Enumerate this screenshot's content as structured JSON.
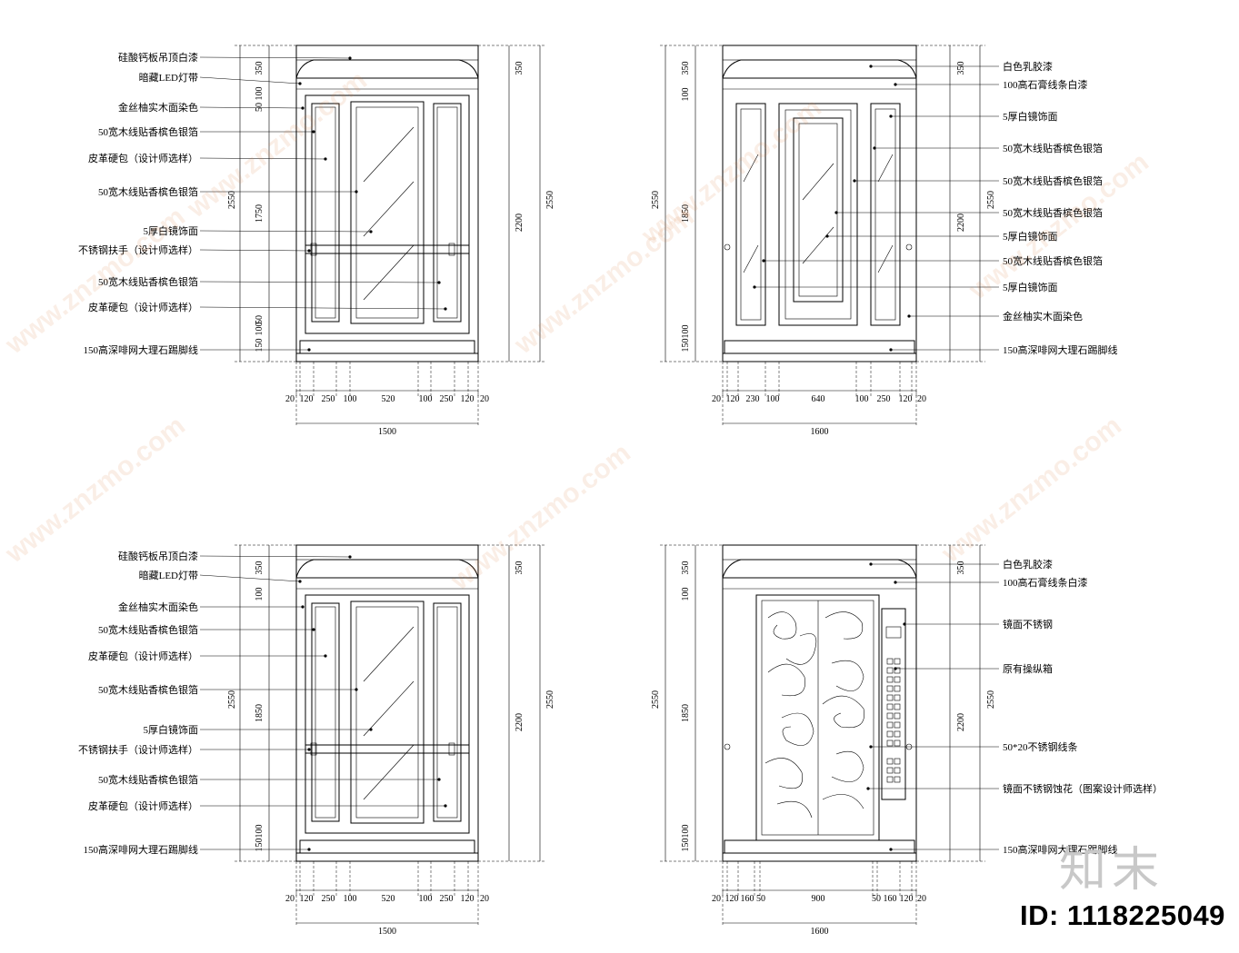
{
  "watermark": {
    "text": "www.znzmo.com",
    "logo": "知末"
  },
  "footer": {
    "id_label": "ID: 1118225049"
  },
  "panels": [
    {
      "labels_left": [
        "硅酸钙板吊顶白漆",
        "暗藏LED灯带",
        "金丝柚实木面染色",
        "50宽木线贴香槟色银箔",
        "皮革硬包（设计师选样）",
        "50宽木线贴香槟色银箔",
        "5厚白镜饰面",
        "不锈钢扶手（设计师选样）",
        "50宽木线贴香槟色银箔",
        "皮革硬包（设计师选样）",
        "150高深啡网大理石踢脚线"
      ],
      "dims_left": [
        "350",
        "100",
        "50",
        "1750",
        "50",
        "100",
        "150",
        "2550"
      ],
      "dims_right": [
        "350",
        "2200",
        "2550"
      ],
      "dims_bottom": [
        "20",
        "120",
        "250",
        "100",
        "520",
        "100",
        "250",
        "120",
        "20"
      ],
      "total": "1500"
    },
    {
      "labels_right": [
        "白色乳胶漆",
        "100高石膏线条白漆",
        "5厚白镜饰面",
        "50宽木线贴香槟色银箔",
        "50宽木线贴香槟色银箔",
        "50宽木线贴香槟色银箔",
        "5厚白镜饰面",
        "50宽木线贴香槟色银箔",
        "5厚白镜饰面",
        "金丝柚实木面染色",
        "150高深啡网大理石踢脚线"
      ],
      "dims_left": [
        "350",
        "100",
        "1850",
        "100",
        "150",
        "2550"
      ],
      "dims_right": [
        "350",
        "2200",
        "2550"
      ],
      "dims_bottom": [
        "20",
        "120",
        "230",
        "100",
        "640",
        "100",
        "250",
        "120",
        "20"
      ],
      "total": "1600"
    },
    {
      "labels_left": [
        "硅酸钙板吊顶白漆",
        "暗藏LED灯带",
        "金丝柚实木面染色",
        "50宽木线贴香槟色银箔",
        "皮革硬包（设计师选样）",
        "50宽木线贴香槟色银箔",
        "5厚白镜饰面",
        "不锈钢扶手（设计师选样）",
        "50宽木线贴香槟色银箔",
        "皮革硬包（设计师选样）",
        "150高深啡网大理石踢脚线"
      ],
      "dims_left": [
        "350",
        "100",
        "1850",
        "100",
        "150",
        "2550"
      ],
      "dims_right": [
        "350",
        "2200",
        "2550"
      ],
      "dims_bottom": [
        "20",
        "120",
        "250",
        "100",
        "520",
        "100",
        "250",
        "120",
        "20"
      ],
      "total": "1500"
    },
    {
      "labels_right": [
        "白色乳胶漆",
        "100高石膏线条白漆",
        "镜面不锈钢",
        "原有操纵箱",
        "50*20不锈钢线条",
        "镜面不锈钢蚀花（图案设计师选样）",
        "150高深啡网大理石踢脚线"
      ],
      "dims_left": [
        "350",
        "100",
        "1850",
        "100",
        "150",
        "2550"
      ],
      "dims_right": [
        "350",
        "2200",
        "2550"
      ],
      "dims_bottom": [
        "20",
        "120",
        "160",
        "50",
        "900",
        "50",
        "160",
        "120",
        "20"
      ],
      "total": "1600"
    }
  ]
}
